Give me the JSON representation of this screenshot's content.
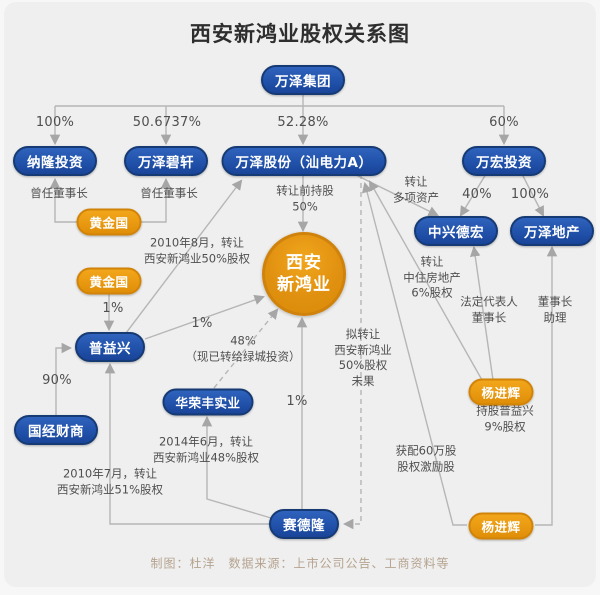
{
  "title": "西安新鸿业股权关系图",
  "footer": "制图：杜洋　数据来源：上市公司公告、工商资料等",
  "colors": {
    "node_blue": "#1e4da5",
    "node_orange": "#e8960f",
    "line_gray": "#b6b6b6",
    "background": "#efefef"
  },
  "center_node": "西安\n新鸿业",
  "nodes": {
    "wanze_group": "万泽集团",
    "nalong": "纳隆投资",
    "bixuan": "万泽碧轩",
    "shares": "万泽股份（汕电力A）",
    "wanhong": "万宏投资",
    "zhongxing": "中兴德宏",
    "dichan": "万泽地产",
    "huangjinguo_a": "黄金国",
    "huangjinguo_b": "黄金国",
    "puyixing": "普益兴",
    "guojing": "国经财商",
    "huarongfeng": "华荣丰实业",
    "saidelong": "赛德隆",
    "yangjinhui_a": "杨进辉",
    "yangjinhui_b": "杨进辉"
  },
  "edge_labels": {
    "pct_100_nalong": "100%",
    "pct_bixuan": "50.6737%",
    "pct_shares": "52.28%",
    "pct_wanhong": "60%",
    "former_chairman_1": "曾任董事长",
    "former_chairman_2": "曾任董事长",
    "pre_held": "转让前持股\n50%",
    "multi_assets": "转让\n多项资产",
    "pct_40": "40%",
    "pct_100_dichan": "100%",
    "aug_2010": "2010年8月，转让\n西安新鸿业50%股权",
    "pct_1_huang": "1%",
    "pct_90": "90%",
    "pct_1_puyi": "1%",
    "pct_48": "48%\n（现已转给绿城投资）",
    "planned_transfer": "拟转让\n西安新鸿业\n50%股权\n未果",
    "zhongzhu": "转让\n中住房地产\n6%股权",
    "legal_rep": "法定代表人\n董事长",
    "assistant": "董事长\n助理",
    "jun_2014": "2014年6月，转让\n西安新鸿业48%股权",
    "jul_2010": "2010年7月，转让\n西安新鸿业51%股权",
    "hold_puyi": "持股普益兴\n9%股权",
    "incentive": "获配60万股\n股权激励股",
    "pct_1_saidelong": "1%"
  },
  "edges": [
    {
      "from": "万泽集团",
      "to": "纳隆投资",
      "label": "100%"
    },
    {
      "from": "万泽集团",
      "to": "万泽碧轩",
      "label": "50.6737%"
    },
    {
      "from": "万泽集团",
      "to": "万泽股份（汕电力A）",
      "label": "52.28%"
    },
    {
      "from": "万泽集团",
      "to": "万宏投资",
      "label": "60%"
    },
    {
      "from": "黄金国",
      "to": "纳隆投资",
      "label": "曾任董事长"
    },
    {
      "from": "黄金国",
      "to": "万泽碧轩",
      "label": "曾任董事长"
    },
    {
      "from": "黄金国",
      "to": "普益兴",
      "label": "1%"
    },
    {
      "from": "国经财商",
      "to": "普益兴",
      "label": "90%"
    },
    {
      "from": "普益兴",
      "to": "万泽股份（汕电力A）",
      "label": "2010年8月，转让西安新鸿业50%股权"
    },
    {
      "from": "普益兴",
      "to": "西安新鸿业",
      "label": "1%"
    },
    {
      "from": "万泽股份（汕电力A）",
      "to": "西安新鸿业",
      "label": "转让前持股50%"
    },
    {
      "from": "华荣丰实业",
      "to": "西安新鸿业",
      "label": "48%（现已转给绿城投资）",
      "style": "dashed"
    },
    {
      "from": "赛德隆",
      "to": "西安新鸿业",
      "label": "1%"
    },
    {
      "from": "万泽股份（汕电力A）",
      "to": "赛德隆",
      "label": "拟转让西安新鸿业50%股权未果",
      "style": "dashed"
    },
    {
      "from": "万泽股份（汕电力A）",
      "to": "中兴德宏",
      "label": "转让多项资产"
    },
    {
      "from": "万宏投资",
      "to": "中兴德宏",
      "label": "40%"
    },
    {
      "from": "万宏投资",
      "to": "万泽地产",
      "label": "100%"
    },
    {
      "from": "杨进辉",
      "to": "万泽股份（汕电力A）",
      "label": "转让中住房地产6%股权"
    },
    {
      "from": "杨进辉",
      "to": "万泽股份（汕电力A）",
      "label": "获配60万股股权激励股"
    },
    {
      "from": "杨进辉",
      "to": "中兴德宏",
      "label": "法定代表人董事长"
    },
    {
      "from": "杨进辉",
      "to": "万泽地产",
      "label": "董事长助理"
    },
    {
      "from": "杨进辉",
      "note": "持股普益兴9%股权"
    },
    {
      "from": "赛德隆",
      "to": "普益兴",
      "label": "2010年7月，转让西安新鸿业51%股权"
    },
    {
      "from": "赛德隆",
      "to": "华荣丰实业",
      "label": "2014年6月，转让西安新鸿业48%股权"
    }
  ]
}
